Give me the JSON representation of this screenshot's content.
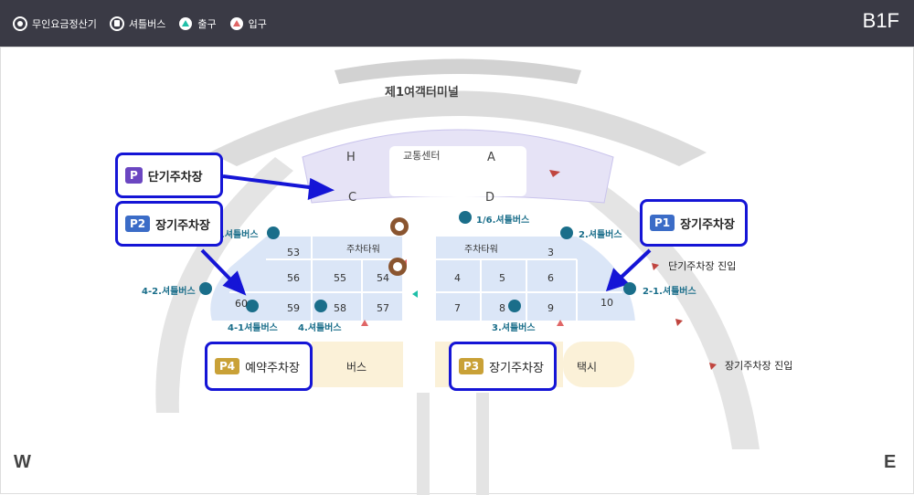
{
  "legend": {
    "items": [
      {
        "icon": "payment-kiosk-icon",
        "label": "무인요금정산기"
      },
      {
        "icon": "shuttle-bus-icon",
        "label": "셔틀버스"
      },
      {
        "icon": "exit-icon",
        "label": "출구"
      },
      {
        "icon": "entrance-icon",
        "label": "입구"
      }
    ]
  },
  "floor_label": "B1F",
  "compass": {
    "west": "W",
    "east": "E"
  },
  "terminal_label": "제1여객터미널",
  "transport_center": {
    "label": "교통센터",
    "sections": [
      "H",
      "A",
      "C",
      "D"
    ]
  },
  "parking_tower_labels": [
    "주차타워",
    "주차타워"
  ],
  "zones_west": [
    "53",
    "56",
    "55",
    "54",
    "60",
    "59",
    "58",
    "57"
  ],
  "zones_east": [
    "3",
    "4",
    "5",
    "6",
    "7",
    "8",
    "9",
    "10"
  ],
  "shuttle_stops": [
    "5.셔틀버스",
    "1/6.셔틀버스",
    "2.셔틀버스",
    "4-2.셔틀버스",
    "4-1셔틀버스",
    "4.셔틀버스",
    "3.셔틀버스",
    "2-1.셔틀버스"
  ],
  "lots": {
    "p4": "P4",
    "p4_label": "예약주차장",
    "bus": "버스",
    "p3": "P3",
    "p3_label": "장기주차장",
    "taxi": "택시"
  },
  "callouts": {
    "short_term": {
      "badge": "P",
      "label": "단기주차장"
    },
    "p2": {
      "badge": "P2",
      "label": "장기주차장"
    },
    "p1": {
      "badge": "P1",
      "label": "장기주차장"
    }
  },
  "road_labels": [
    "단기주차장 진입",
    "장기주차장 진입"
  ],
  "colors": {
    "topbar": "#3a3a45",
    "callout_border": "#1515d6",
    "p_purple": "#6b46c1",
    "p_blue": "#3b6cc7",
    "p_gold": "#c9a137",
    "zone_fill": "#dbe6f7",
    "lot_fill": "#fbf1d8",
    "shuttle": "#1a6e8a"
  }
}
